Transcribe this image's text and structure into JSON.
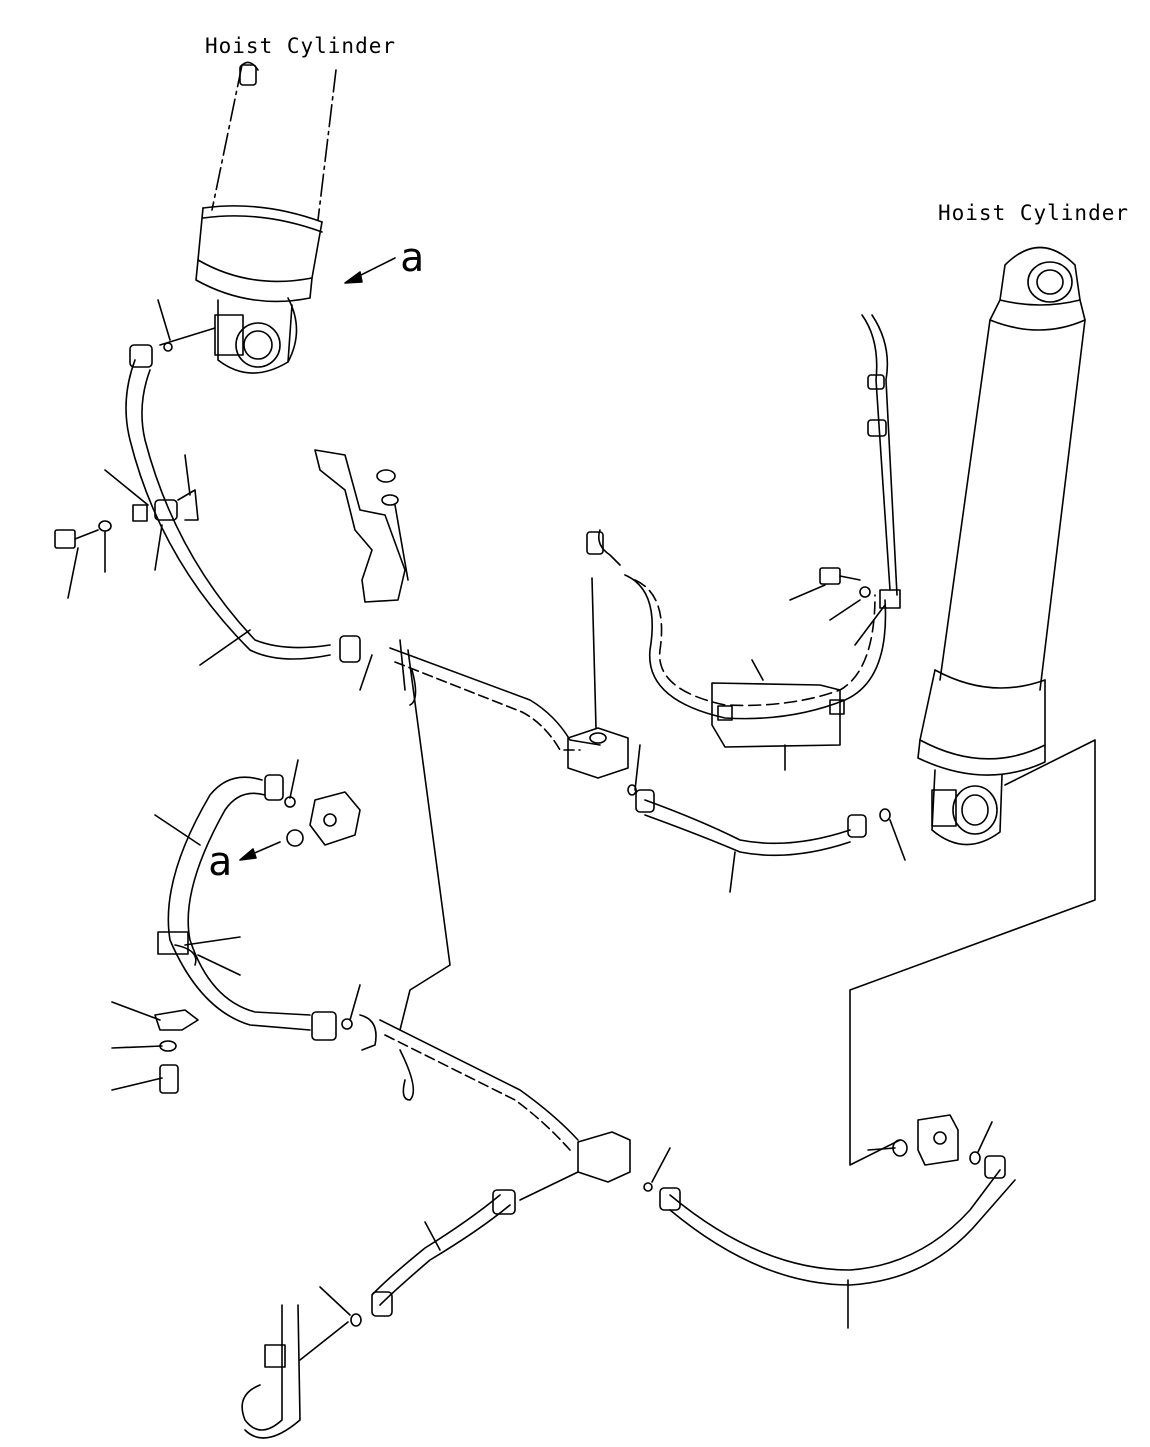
{
  "labels": {
    "cylinder_left": "Hoist Cylinder",
    "cylinder_right": "Hoist Cylinder",
    "ref_a_upper": "a",
    "ref_a_lower": "a"
  }
}
